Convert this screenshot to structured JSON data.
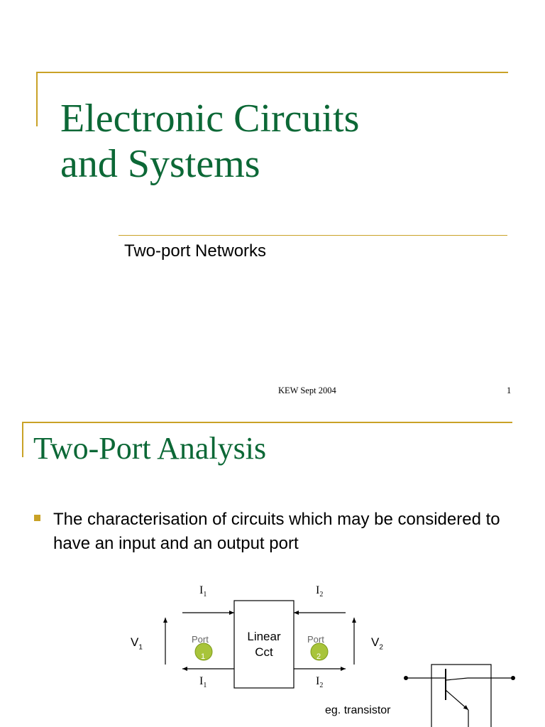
{
  "slide1": {
    "title_line1": "Electronic Circuits",
    "title_line2": "and Systems",
    "subtitle": "Two-port Networks",
    "footer_left": "KEW Sept 2004",
    "page_number": "1"
  },
  "slide2": {
    "title": "Two-Port Analysis",
    "bullet": "The characterisation of circuits which may be considered to have an input and an output port",
    "diagram": {
      "box_line1": "Linear",
      "box_line2": "Cct",
      "port1_label": "Port",
      "port1_number": "1",
      "port2_label": "Port",
      "port2_number": "2",
      "v1_base": "V",
      "v1_sub": "1",
      "v2_base": "V",
      "v2_sub": "2",
      "i1_base": "I",
      "i1_sub": "1",
      "i2_base": "I",
      "i2_sub": "2",
      "example": "eg. transistor"
    },
    "colors": {
      "accent_gold": "#c9a227",
      "title_green": "#0c6836",
      "port_fill": "#a8c43a"
    }
  }
}
